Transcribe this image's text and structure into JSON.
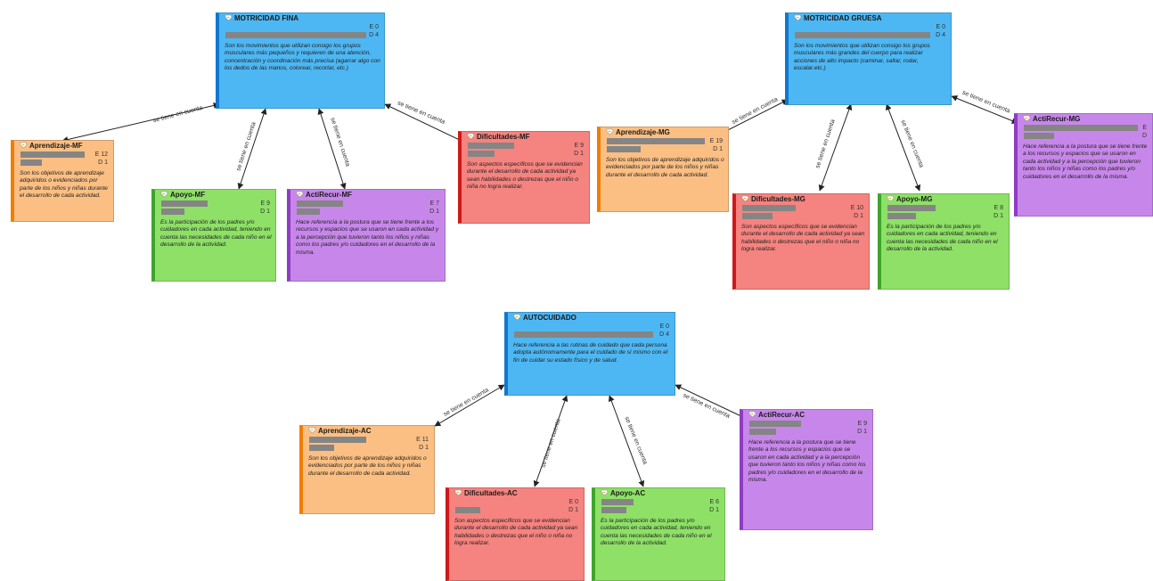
{
  "edge_label": "se tiene en cuenta",
  "nodes": {
    "mf_main": {
      "title": "MOTRICIDAD FINA",
      "e": "E 0",
      "d": "D 4",
      "desc": "Son los movimientos que utilizan consigo los grupos musculares más pequeños y requieren de una atención, concentración y coordinación más precisa (agarrar algo con los dedos de las manos, colorear, recortar, etc.)"
    },
    "mf_apr": {
      "title": "Aprendizaje-MF",
      "e": "E 12",
      "d": "D 1",
      "desc": "Son los objetivos de aprendizaje adquiridos o evidenciados por parte de los niños y niñas durante el desarrollo de cada actividad."
    },
    "mf_apo": {
      "title": "Apoyo-MF",
      "e": "E 9",
      "d": "D 1",
      "desc": "Es la participación de los padres y/o cuidadores en cada actividad, teniendo en cuenta las necesidades de cada niño en el desarrollo de la actividad."
    },
    "mf_act": {
      "title": "ActiRecur-MF",
      "e": "E 7",
      "d": "D 1",
      "desc": "Hace referencia a la postura que se tiene frente a los recursos y espacios que se usaron en cada actividad y a la percepción que tuvieron tanto los niños y niñas como los padres y/o cuidadores en el desarrollo de la misma."
    },
    "mf_dif": {
      "title": "Dificultades-MF",
      "e": "E 9",
      "d": "D 1",
      "desc": "Son aspectos específicos que se evidencian durante el desarrollo de cada actividad ya sean habilidades o destrezas que el niño o niña no logra realizar."
    },
    "mg_main": {
      "title": "MOTRICIDAD GRUESA",
      "e": "E 0",
      "d": "D 4",
      "desc": "Son los movimientos que utilizan consigo los grupos musculares más grandes del cuerpo para realizar acciones de alto impacto (caminar, saltar, rodar, escalar.etc.)"
    },
    "mg_apr": {
      "title": "Aprendizaje-MG",
      "e": "E 19",
      "d": "D 1",
      "desc": "Son los objetivos de aprendizaje adquiridos o evidenciados por parte de los niños y niñas durante el desarrollo de cada actividad."
    },
    "mg_dif": {
      "title": "Dificultades-MG",
      "e": "E 10",
      "d": "D 1",
      "desc": "Son aspectos específicos que se evidencian durante el desarrollo de cada actividad ya sean habilidades o destrezas que el niño o niña no logra realizar."
    },
    "mg_apo": {
      "title": "Apoyo-MG",
      "e": "E 8",
      "d": "D 1",
      "desc": "Es la participación de los padres y/o cuidadores en cada actividad, teniendo en cuenta las necesidades de cada niño en el desarrollo de la actividad."
    },
    "mg_act": {
      "title": "ActiRecur-MG",
      "e": "E",
      "d": "D",
      "desc": "Hace referencia a la postura que se tiene frente a los recursos y espacios que se usaron en cada actividad y a la percepción que tuvieron tanto los niños y niñas como los padres y/o cuidadores en el desarrollo de la misma."
    },
    "ac_main": {
      "title": "AUTOCUIDADO",
      "e": "E 0",
      "d": "D 4",
      "desc": "Hace referencia a las rutinas de cuidado que cada persona adopta autónomamente para el cuidado de sí mismo con el fin de cuidar su estado físico y de salud."
    },
    "ac_apr": {
      "title": "Aprendizaje-AC",
      "e": "E 11",
      "d": "D 1",
      "desc": "Son los objetivos de aprendizaje adquiridos o evidenciados por parte de los niños y niñas durante el desarrollo de cada actividad."
    },
    "ac_dif": {
      "title": "Dificultades-AC",
      "e": "E 0",
      "d": "D 1",
      "desc": "Son aspectos específicos que se evidencian durante el desarrollo de cada actividad ya sean habilidades o destrezas que el niño o niña no logra realizar."
    },
    "ac_apo": {
      "title": "Apoyo-AC",
      "e": "E 6",
      "d": "D 1",
      "desc": "Es la participación de los padres y/o cuidadores en cada actividad, teniendo en cuenta las necesidades de cada niño en el desarrollo de la actividad."
    },
    "ac_act": {
      "title": "ActiRecur-AC",
      "e": "E 9",
      "d": "D 1",
      "desc": "Hace referencia a la postura que se tiene frente a los recursos y espacios que se usaron en cada actividad y a la percepción que tuvieron tanto los niños y niñas como los padres y/o cuidadores en el desarrollo de la misma."
    }
  }
}
